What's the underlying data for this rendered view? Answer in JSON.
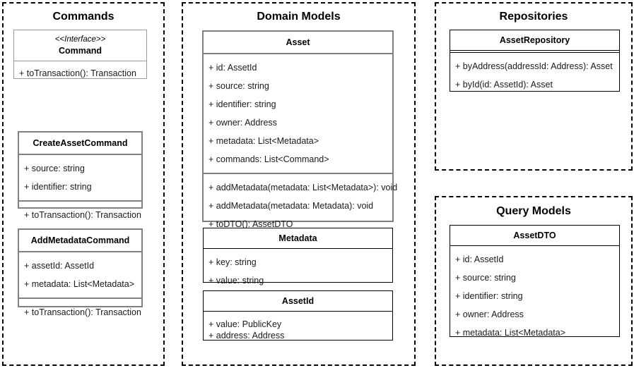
{
  "diagram": {
    "type": "uml-class-diagram",
    "packages": [
      {
        "title": "Commands",
        "classes": [
          {
            "name": "Command",
            "stereotype": "<<Interface>>",
            "attributes": [],
            "methods": [
              "+ toTransaction(): Transaction"
            ]
          },
          {
            "name": "CreateAssetCommand",
            "stereotype": "",
            "attributes": [
              "+ source: string",
              "+ identifier: string"
            ],
            "methods": [
              "+ toTransaction(): Transaction"
            ]
          },
          {
            "name": "AddMetadataCommand",
            "stereotype": "",
            "attributes": [
              "+ assetId: AssetId",
              "+ metadata: List<Metadata>"
            ],
            "methods": [
              "+ toTransaction(): Transaction"
            ]
          }
        ]
      },
      {
        "title": "Domain Models",
        "classes": [
          {
            "name": "Asset",
            "stereotype": "",
            "attributes": [
              "+ id: AssetId",
              "+ source: string",
              "+ identifier: string",
              "+ owner: Address",
              "+ metadata: List<Metadata>",
              "+ commands: List<Command>"
            ],
            "methods": [
              "+ addMetadata(metadata: List<Metadata>): void",
              "+ addMetadata(metadata: Metadata): void",
              "+ toDTO(): AssetDTO"
            ]
          },
          {
            "name": "Metadata",
            "stereotype": "",
            "attributes": [
              "+ key: string",
              "+ value: string"
            ],
            "methods": []
          },
          {
            "name": "AssetId",
            "stereotype": "",
            "attributes": [
              "+ value: PublicKey",
              "+ address: Address"
            ],
            "methods": []
          }
        ]
      },
      {
        "title": "Repositories",
        "classes": [
          {
            "name": "AssetRepository",
            "stereotype": "",
            "attributes": [],
            "methods": [
              "+ byAddress(addressId: Address): Asset",
              "+ byId(id: AssetId): Asset"
            ]
          }
        ]
      },
      {
        "title": "Query Models",
        "classes": [
          {
            "name": "AssetDTO",
            "stereotype": "",
            "attributes": [
              "+ id: AssetId",
              "+ source: string",
              "+ identifier: string",
              "+ owner: Address",
              "+ metadata: List<Metadata>"
            ],
            "methods": []
          }
        ]
      }
    ]
  },
  "colors": {
    "background": "#ffffff",
    "text": "#000000",
    "package_border": "#000000",
    "class_border_gray": "#808080",
    "class_border_black": "#000000"
  }
}
